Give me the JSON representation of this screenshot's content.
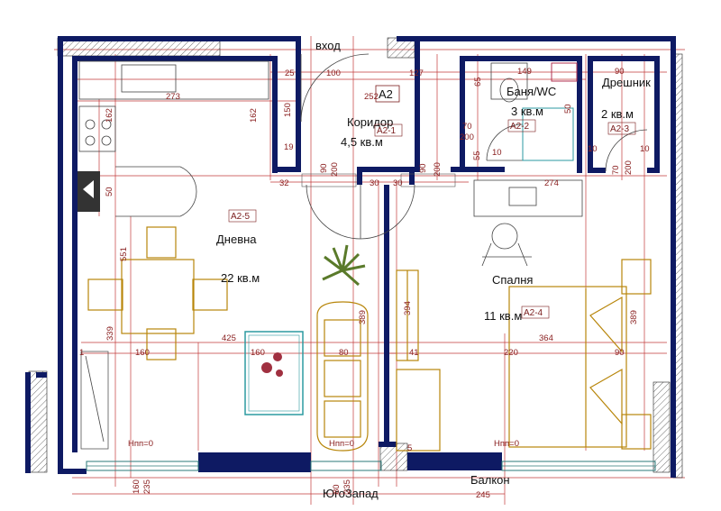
{
  "plan": {
    "unit_code": "A2",
    "entrance": "вход",
    "orientation": "ЮгоЗапад",
    "balcony": "Балкон",
    "rooms": {
      "living": {
        "name": "Дневна",
        "area": "22 кв.м",
        "tag": "A2-5"
      },
      "corridor": {
        "name": "Коридор",
        "area": "4,5 кв.м",
        "tag": "A2-1"
      },
      "bath": {
        "name": "Баня/WC",
        "area": "3 кв.м",
        "tag": "A2-2"
      },
      "closet": {
        "name": "Дрешник",
        "area": "2 кв.м",
        "tag": "A2-3"
      },
      "bedroom": {
        "name": "Спалня",
        "area": "11 кв.м",
        "tag": "A2-4"
      }
    },
    "floor_marks": [
      "Нпп=0",
      "Нпп=0",
      "Нпп=0"
    ],
    "dimensions": {
      "d25": "25",
      "d100": "100",
      "d127": "127",
      "d149": "149",
      "d90a": "90",
      "d273": "273",
      "d162a": "162",
      "d162b": "162",
      "d150": "150",
      "d252": "252",
      "d65": "65",
      "d50a": "50",
      "d19": "19",
      "d10a": "10",
      "d70a": "70",
      "d200a": "200",
      "d55": "55",
      "d10b": "10",
      "d10c": "10",
      "d70b": "70",
      "d200b": "200",
      "d90b": "90",
      "d200c": "200",
      "d90c": "90",
      "d200d": "200",
      "d32": "32",
      "d30a": "30",
      "d30b": "30",
      "d274": "274",
      "d50b": "50",
      "d551": "551",
      "d389a": "389",
      "d394": "394",
      "d389b": "389",
      "d339": "339",
      "d425": "425",
      "d160a": "160",
      "d160b": "160",
      "d80": "80",
      "d41": "41",
      "d220": "220",
      "d364": "364",
      "d90d": "90",
      "d1": "1",
      "d160c": "160",
      "d235a": "235",
      "d80b": "80",
      "d235b": "235",
      "d5": "5",
      "d245": "245"
    }
  },
  "colors": {
    "wall": "#0e1a63",
    "dimension": "#c23a3a",
    "furniture": "#b8860b"
  },
  "icons": {
    "floor_badge": "floor-badge-icon"
  }
}
